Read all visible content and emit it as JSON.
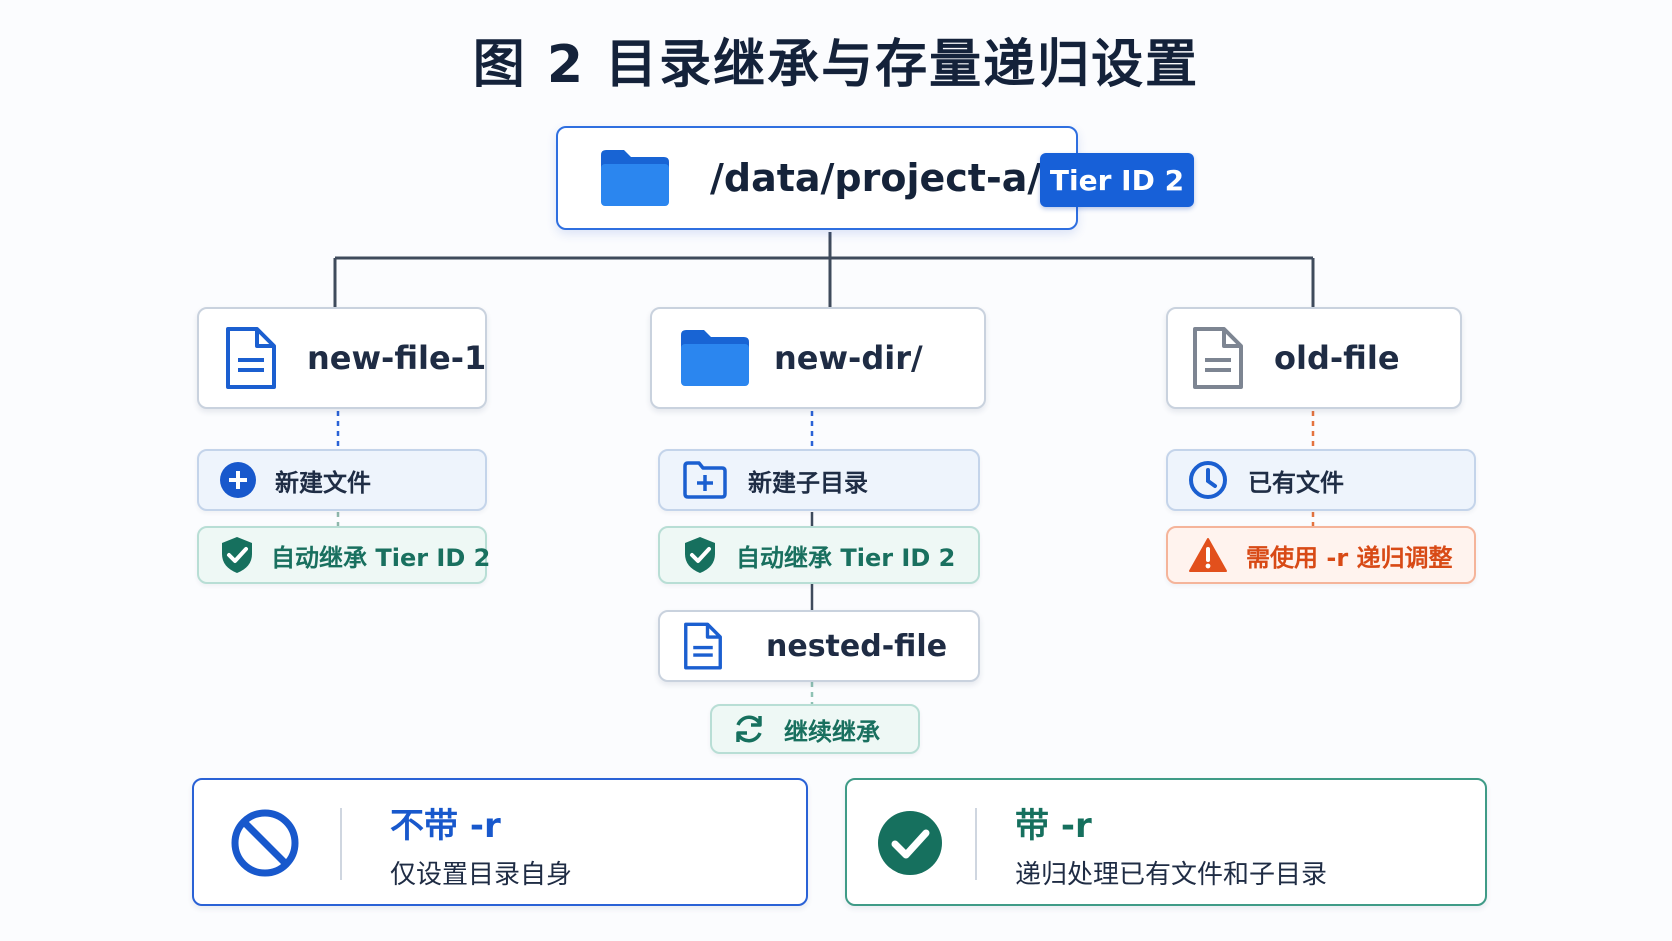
{
  "title": "图 2 目录继承与存量递归设置",
  "root": {
    "path": "/data/project-a/",
    "badge": "Tier ID 2",
    "icon": "folder-icon"
  },
  "children": [
    {
      "name": "new-file-1",
      "icon": "file-icon",
      "status": {
        "label": "新建文件",
        "icon": "plus-circle-icon"
      },
      "result": {
        "label": "自动继承 Tier ID 2",
        "icon": "shield-check-icon"
      }
    },
    {
      "name": "new-dir/",
      "icon": "folder-icon",
      "status": {
        "label": "新建子目录",
        "icon": "folder-plus-icon"
      },
      "result": {
        "label": "自动继承 Tier ID 2",
        "icon": "shield-check-icon"
      },
      "nested": {
        "name": "nested-file",
        "icon": "file-icon",
        "result": {
          "label": "继续继承",
          "icon": "refresh-icon"
        }
      }
    },
    {
      "name": "old-file",
      "icon": "file-gray-icon",
      "status": {
        "label": "已有文件",
        "icon": "clock-icon"
      },
      "result": {
        "label": "需使用 -r 递归调整",
        "icon": "warning-icon"
      }
    }
  ],
  "legend": [
    {
      "heading": "不带 -r",
      "description": "仅设置目录自身",
      "icon": "no-entry-icon"
    },
    {
      "heading": "带 -r",
      "description": "递归处理已有文件和子目录",
      "icon": "check-circle-icon"
    }
  ],
  "colors": {
    "blue_accent": "#1760d8",
    "green_accent": "#19705f",
    "orange_accent": "#e0501a",
    "connector": "#3f4b5c"
  }
}
